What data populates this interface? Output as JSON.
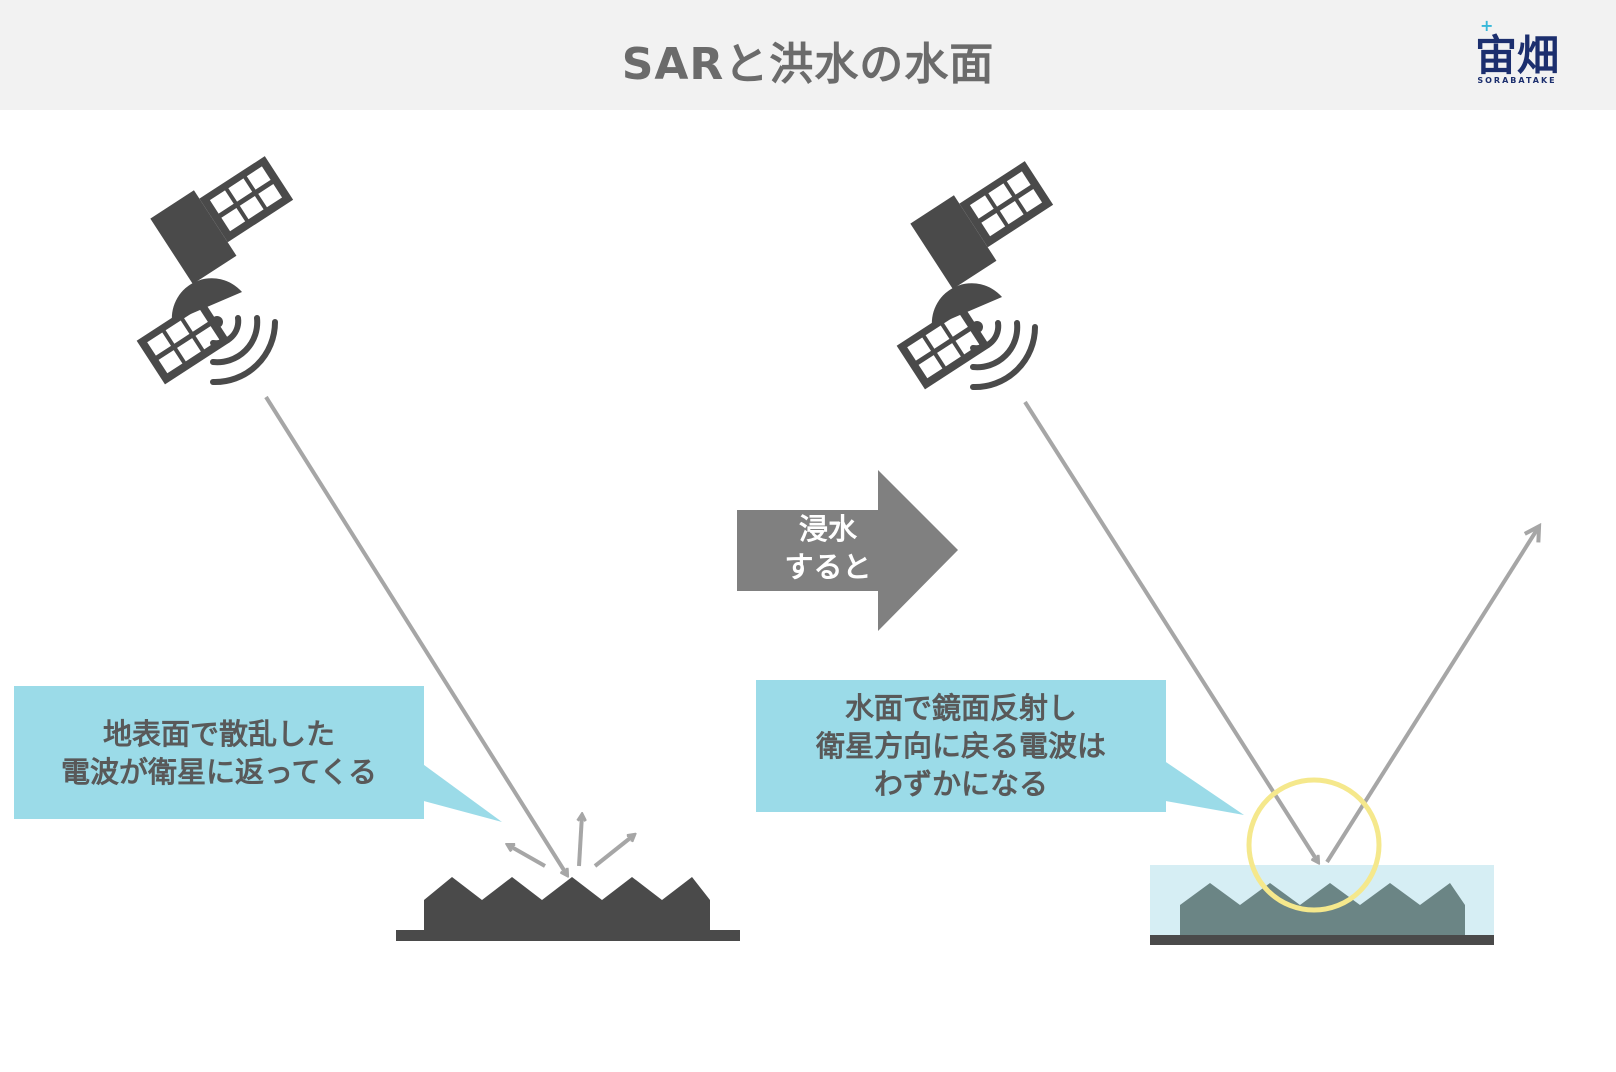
{
  "header": {
    "title": "SARと洪水の水面",
    "logo_main": "宙畑",
    "logo_sub": "SORABATAKE",
    "logo_plus": "+"
  },
  "middle_arrow": {
    "line1": "浸水",
    "line2": "すると"
  },
  "left_callout": {
    "line1": "地表面で散乱した",
    "line2": "電波が衛星に返ってくる"
  },
  "right_callout": {
    "line1": "水面で鏡面反射し",
    "line2": "衛星方向に戻る電波は",
    "line3": "わずかになる"
  },
  "colors": {
    "header_bg": "#f2f2f2",
    "title": "#6b6b6b",
    "satellite": "#4a4a4a",
    "beam": "#a6a6a6",
    "ground": "#4a4a4a",
    "callout": "#9bdbe8",
    "water": "#d6eef4",
    "flooded_ground": "#6b8585",
    "highlight_circle": "#f5e88c",
    "middle_arrow": "#808080"
  }
}
